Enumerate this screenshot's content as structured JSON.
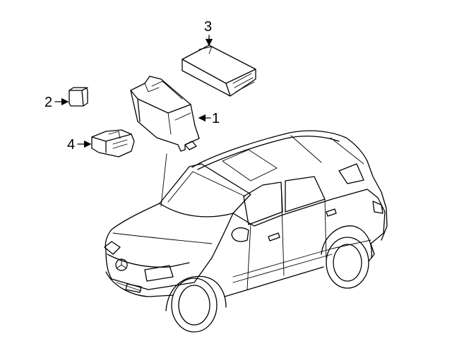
{
  "callouts": {
    "c1": "1",
    "c2": "2",
    "c3": "3",
    "c4": "4"
  },
  "parts": [
    {
      "callout": "1",
      "name": "fuse-relay-box-housing"
    },
    {
      "callout": "2",
      "name": "relay"
    },
    {
      "callout": "3",
      "name": "control-module"
    },
    {
      "callout": "4",
      "name": "fuse-holder"
    }
  ],
  "colors": {
    "line": "#000000",
    "background": "#ffffff"
  }
}
